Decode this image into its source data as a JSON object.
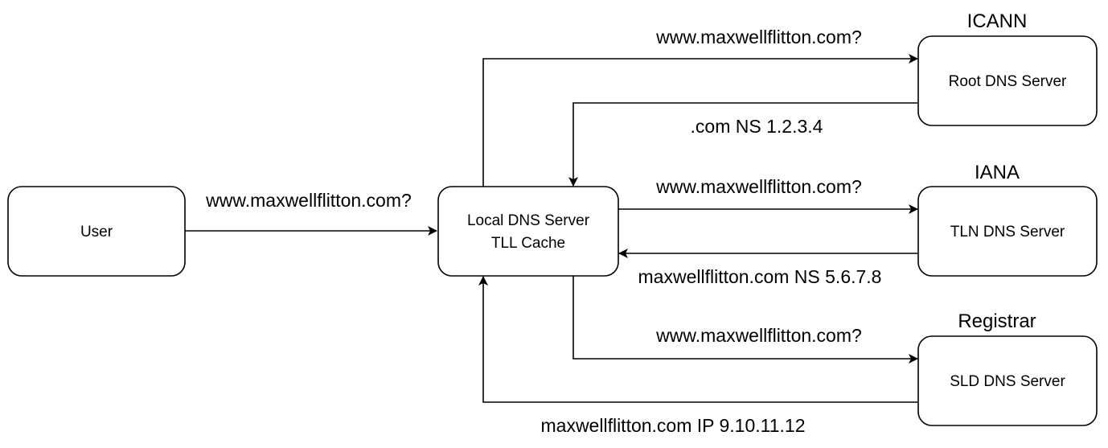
{
  "nodes": {
    "user": {
      "label": "User"
    },
    "local": {
      "line1": "Local DNS Server",
      "line2": "TLL Cache"
    },
    "root": {
      "label": "Root DNS Server",
      "org": "ICANN"
    },
    "tln": {
      "label": "TLN DNS Server",
      "org": "IANA"
    },
    "sld": {
      "label": "SLD DNS Server",
      "org": "Registrar"
    }
  },
  "edges": {
    "user_to_local": "www.maxwellflitton.com?",
    "local_to_root": "www.maxwellflitton.com?",
    "root_to_local": ".com NS 1.2.3.4",
    "local_to_tln": "www.maxwellflitton.com?",
    "tln_to_local": "maxwellflitton.com NS 5.6.7.8",
    "local_to_sld": "www.maxwellflitton.com?",
    "sld_to_local": "maxwellflitton.com IP 9.10.11.12"
  }
}
